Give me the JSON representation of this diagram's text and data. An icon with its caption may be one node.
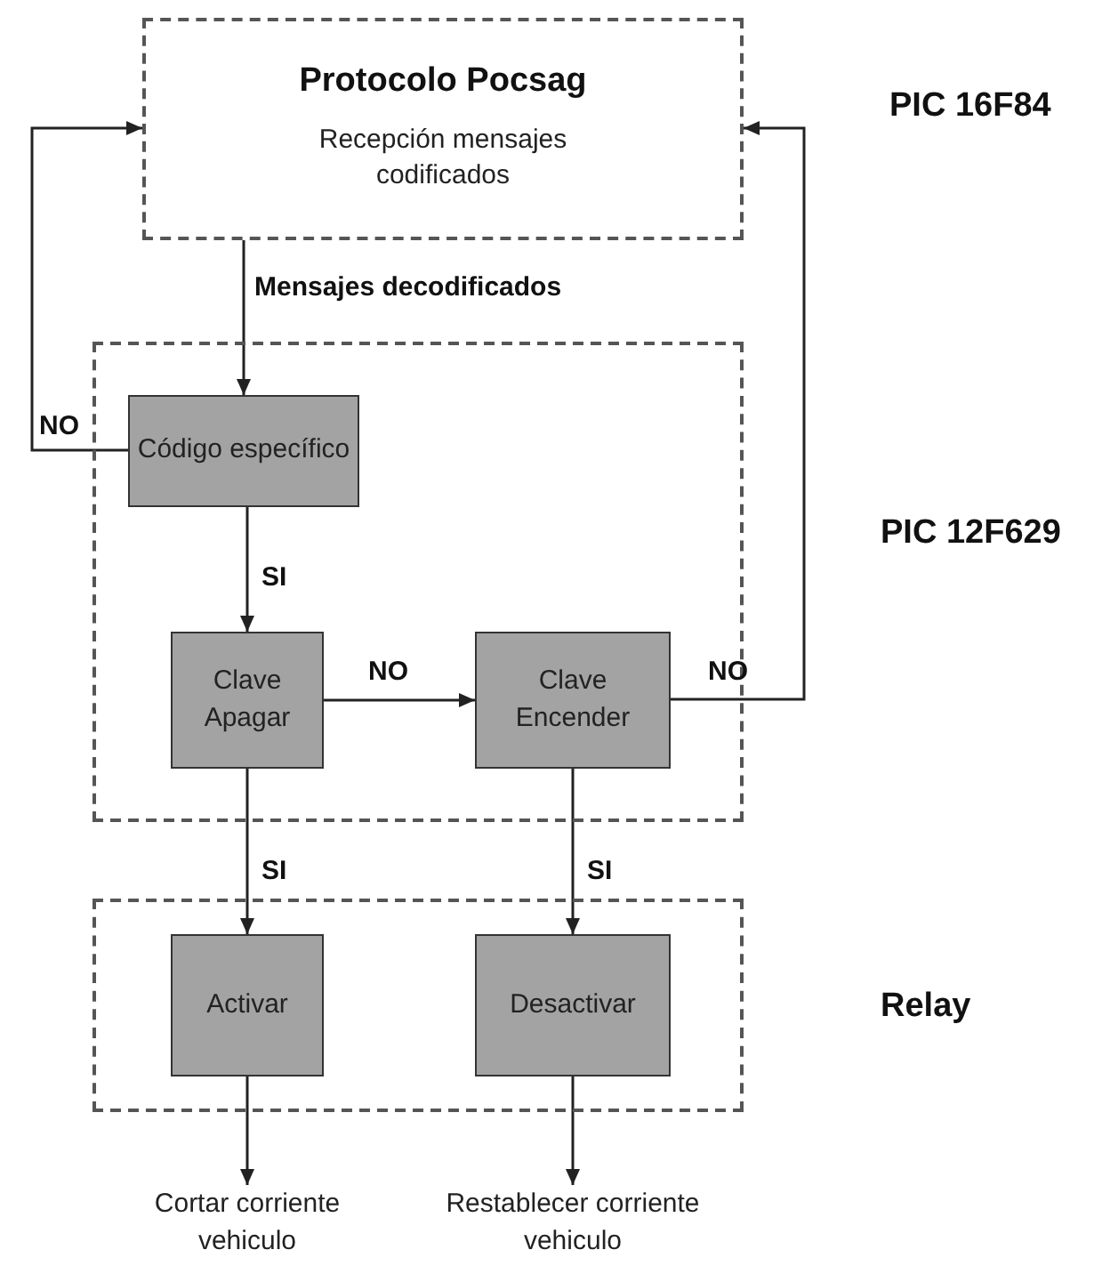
{
  "diagram": {
    "nodes": [
      {
        "text": [
          "Protocolo Pocsag",
          "Recepción mensajes codificados"
        ]
      },
      {
        "text": [],
        "shape": "box"
      },
      {
        "text": [
          "Código específico"
        ],
        "in": 1
      },
      {
        "text": [
          "Clave Apagar"
        ],
        "in": 1
      },
      {
        "text": [
          "Clave Encender"
        ],
        "in": 1
      },
      {
        "text": [],
        "shape": "box"
      },
      {
        "text": [
          "Activar"
        ],
        "in": 5
      },
      {
        "text": [
          "Desactivar"
        ],
        "in": 5
      },
      {
        "text": [
          "Cortar corriente vehiculo"
        ]
      },
      {
        "text": [
          "Restablecer corriente vehiculo"
        ]
      }
    ],
    "edges": [
      {
        "from": 0,
        "to": 2,
        "arrow": "to",
        "label": "Mensajes decodificados"
      },
      {
        "from": 2,
        "to": 0,
        "arrow": "to",
        "label": "NO"
      },
      {
        "from": 2,
        "to": 3,
        "arrow": "to",
        "label": "SI"
      },
      {
        "from": 3,
        "to": 4,
        "arrow": "to",
        "label": "NO"
      },
      {
        "from": 4,
        "to": 0,
        "arrow": "to",
        "label": "NO"
      },
      {
        "from": 3,
        "to": 6,
        "arrow": "to",
        "label": "SI"
      },
      {
        "from": 4,
        "to": 7,
        "arrow": "to",
        "label": "SI"
      },
      {
        "from": 6,
        "to": 8,
        "arrow": "to"
      },
      {
        "from": 7,
        "to": 9,
        "arrow": "to"
      }
    ],
    "labels": [
      "PIC 16F84",
      "PIC 12F629",
      "Relay"
    ]
  }
}
